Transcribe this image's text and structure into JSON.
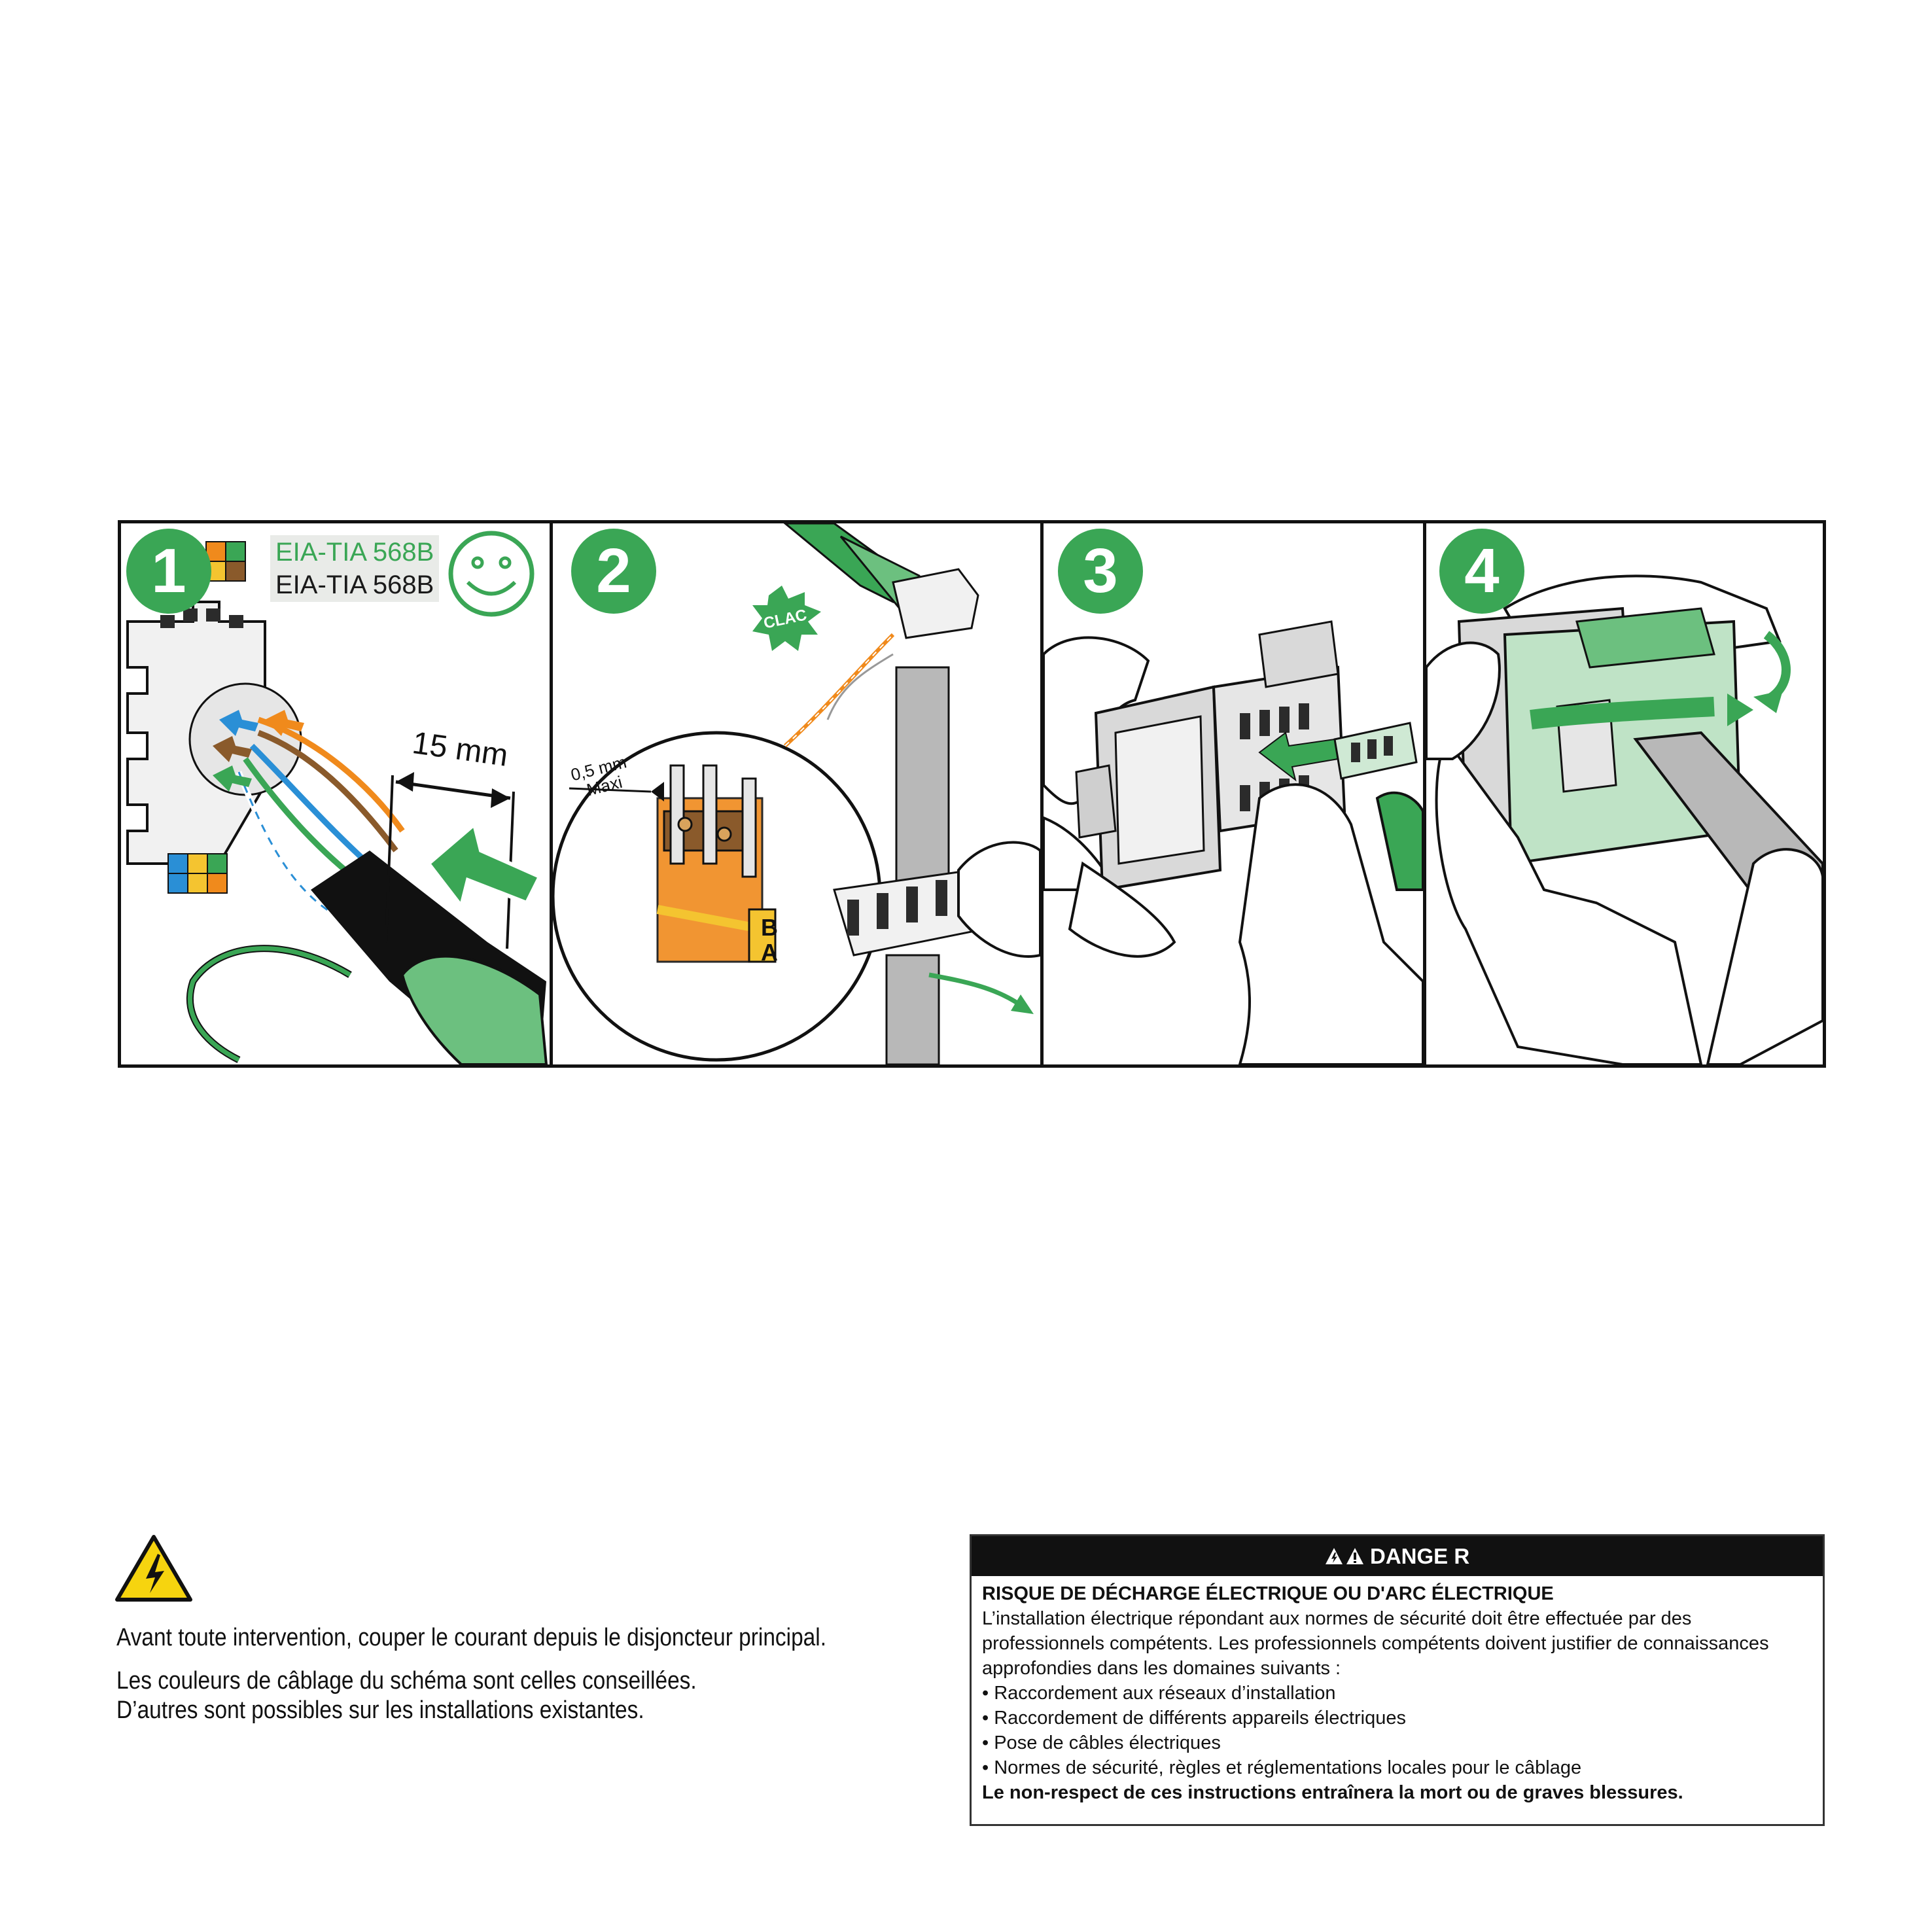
{
  "steps": [
    {
      "number": "1"
    },
    {
      "number": "2"
    },
    {
      "number": "3"
    },
    {
      "number": "4"
    }
  ],
  "step1": {
    "standard_green": "EIA-TIA 568B",
    "standard_black": "EIA-TIA 568B",
    "strip_length": "15 mm",
    "smiley_icon": "smiley-face-icon"
  },
  "step2": {
    "max_gap_value": "0,5 mm",
    "max_gap_label": "Maxi",
    "click_sound": "CLAC",
    "pair_letters": [
      "B",
      "A"
    ]
  },
  "colors": {
    "accent_green": "#3aa655",
    "light_green": "#bfe3c6",
    "orange": "#f08a1c",
    "brown": "#8a5a2b",
    "blue": "#2a8fd6",
    "danger_header": "#111111",
    "warning_yellow": "#f6d40f"
  },
  "notes": {
    "warning_icon": "electric-hazard-icon",
    "main": "Avant toute intervention, couper le courant depuis le disjoncteur principal.",
    "line1": "Les couleurs de câblage du schéma sont celles conseillées.",
    "line2": "D’autres sont possibles sur les installations existantes."
  },
  "danger": {
    "header": "DANGE R",
    "title": "RISQUE DE DÉCHARGE ÉLECTRIQUE OU D'ARC ÉLECTRIQUE",
    "intro": "L’installation électrique répondant aux normes de sécurité doit être effectuée par des professionnels compétents. Les professionnels compétents doivent justifier de connaissances approfondies dans les domaines suivants :",
    "items": [
      "Raccordement aux réseaux d’installation",
      "Raccordement de différents appareils électriques",
      "Pose de câbles électriques",
      "Normes de sécurité, règles et réglementations locales pour le câblage"
    ],
    "consequence": "Le non-respect de ces instructions entraînera la mort ou de graves blessures."
  }
}
